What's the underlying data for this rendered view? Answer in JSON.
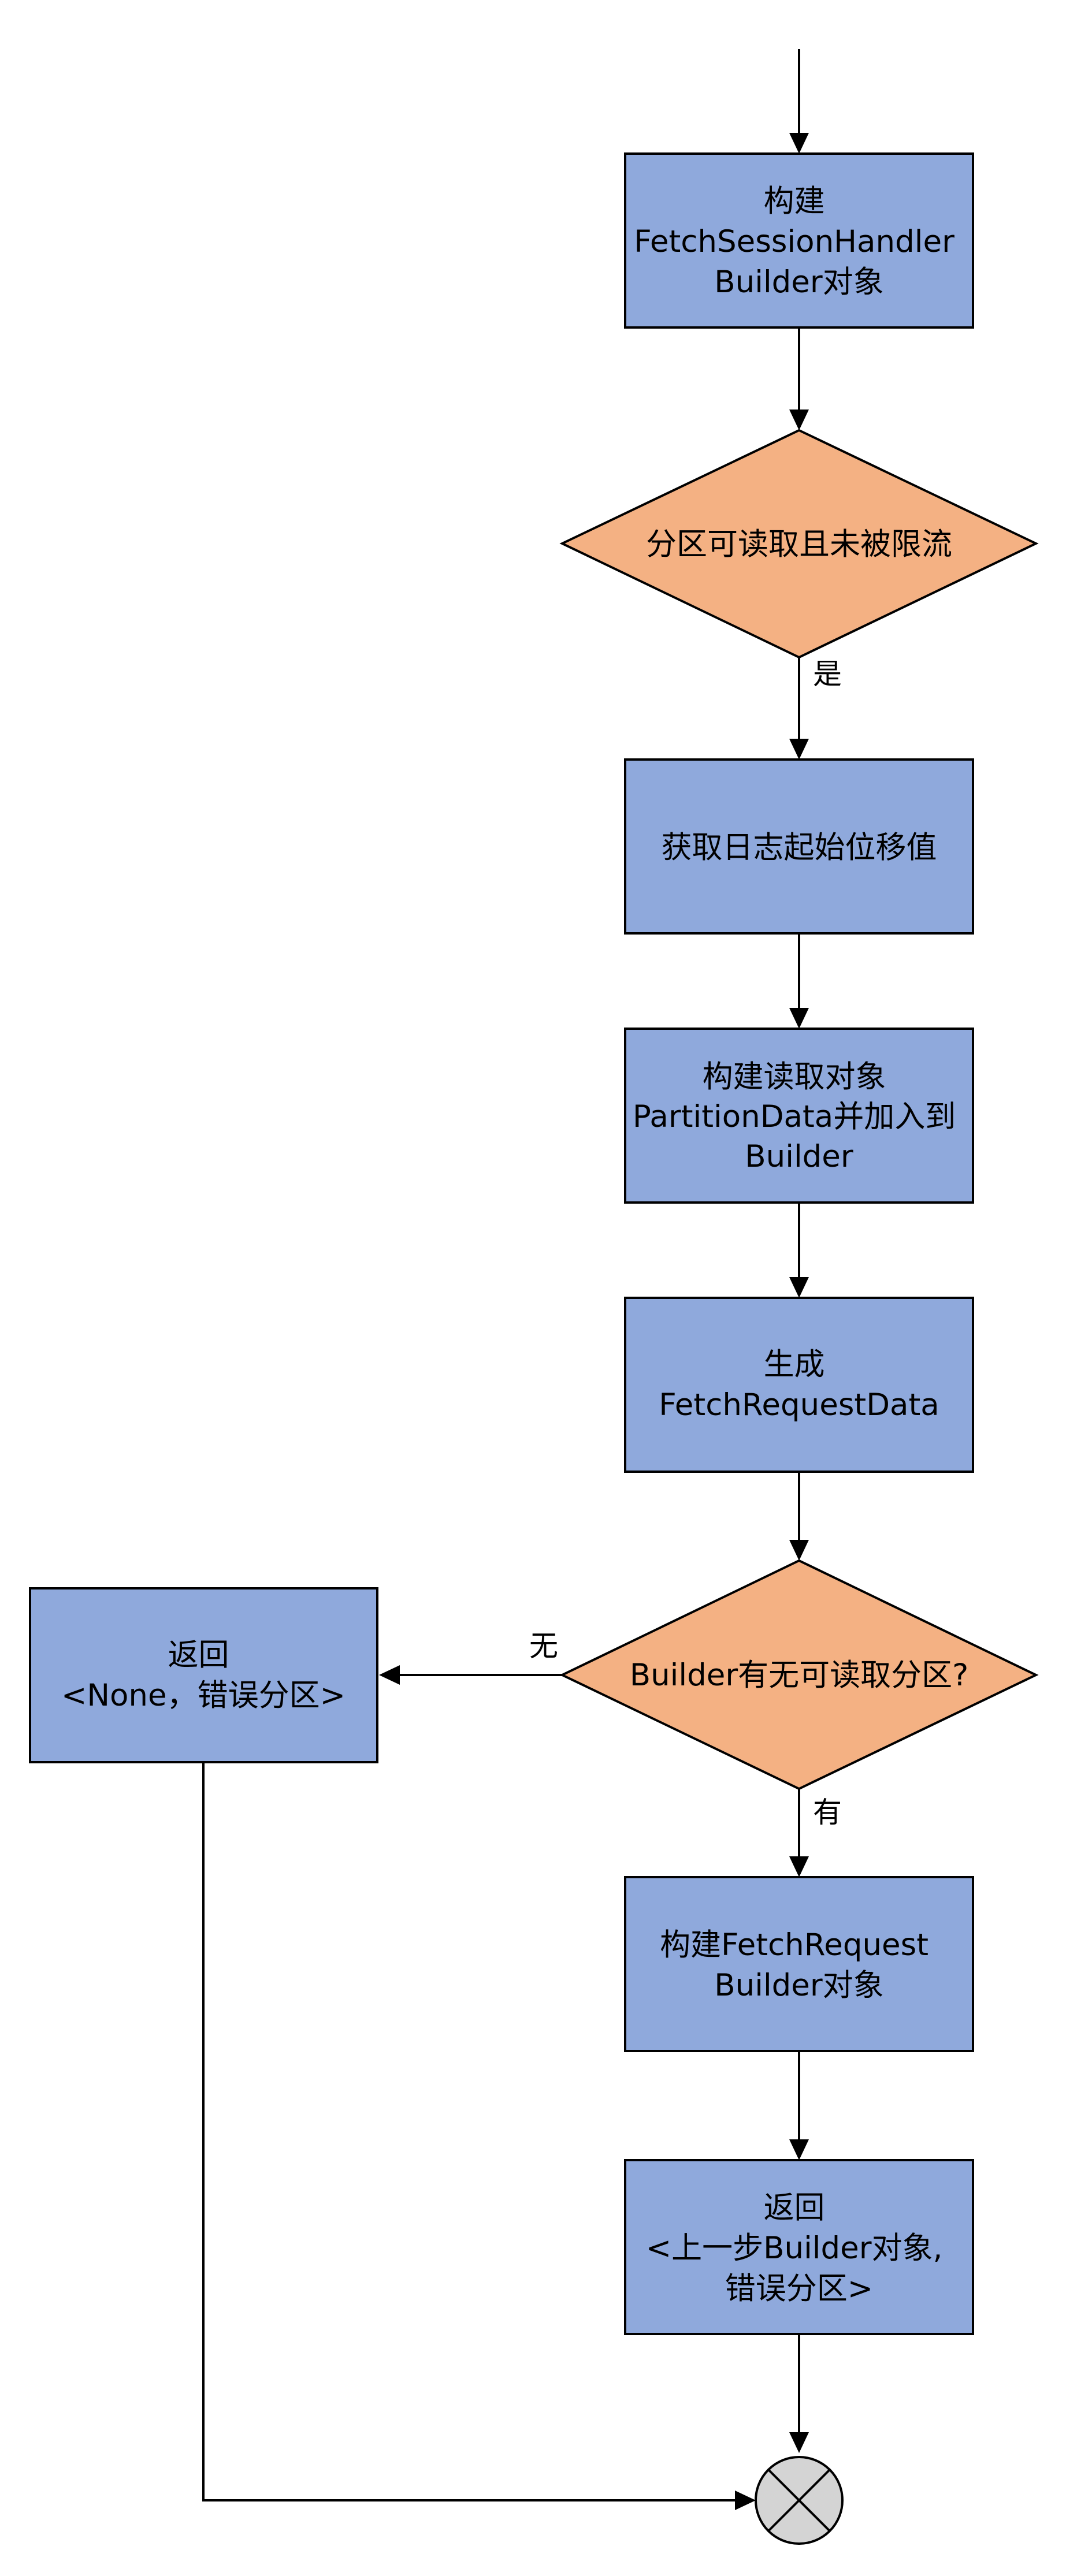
{
  "diagram": {
    "nodes": {
      "build_fetch_session": {
        "lines": [
          "构建",
          "FetchSessionHandler",
          "Builder对象"
        ]
      },
      "check_partition": {
        "lines": [
          "分区可读取且未被限流"
        ]
      },
      "get_log_start_offset": {
        "lines": [
          "获取日志起始位移值"
        ]
      },
      "build_partition_data": {
        "lines": [
          "构建读取对象",
          "PartitionData并加入到",
          "Builder"
        ]
      },
      "generate_request_data": {
        "lines": [
          "生成",
          "FetchRequestData"
        ]
      },
      "check_builder": {
        "lines": [
          "Builder有无可读取分区?"
        ]
      },
      "return_none": {
        "lines": [
          "返回",
          "<None，错误分区>"
        ]
      },
      "build_fetch_request": {
        "lines": [
          "构建FetchRequest",
          "Builder对象"
        ]
      },
      "return_builder": {
        "lines": [
          "返回",
          "<上一步Builder对象,",
          "错误分区>"
        ]
      }
    },
    "edge_labels": {
      "yes_partition": "是",
      "no_builder": "无",
      "has_builder": "有"
    },
    "colors": {
      "process_fill": "#8fa9dc",
      "decision_fill": "#f4b183",
      "end_fill": "#d4d4d4",
      "stroke": "#000000"
    },
    "end_node_icon": "circle-cross-icon"
  }
}
